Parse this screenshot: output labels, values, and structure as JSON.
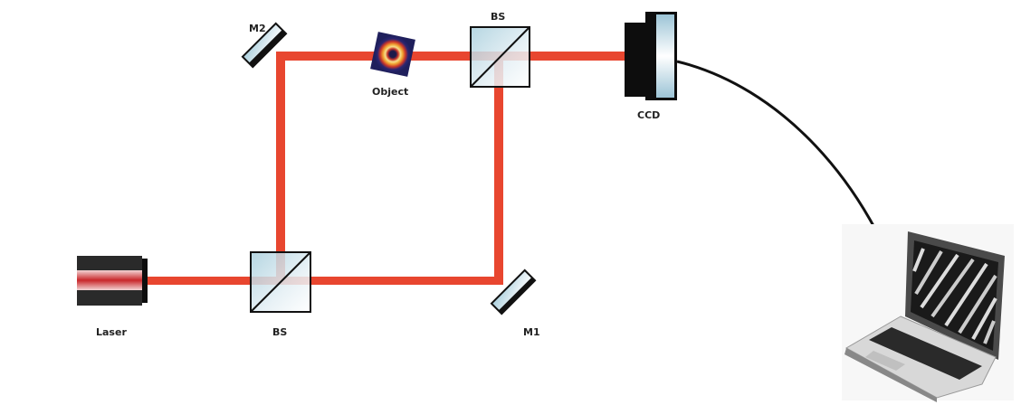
{
  "diagram": {
    "type": "Mach-Zehnder interferometer setup",
    "labels": {
      "laser": "Laser",
      "bs_bottom": "BS",
      "bs_top": "BS",
      "m1": "M1",
      "m2": "M2",
      "object": "Object",
      "ccd": "CCD"
    },
    "colors": {
      "beam": "#e8462f",
      "housing": "#1a1a1a",
      "glass": "#b8d6e2",
      "cable": "#111111"
    }
  }
}
